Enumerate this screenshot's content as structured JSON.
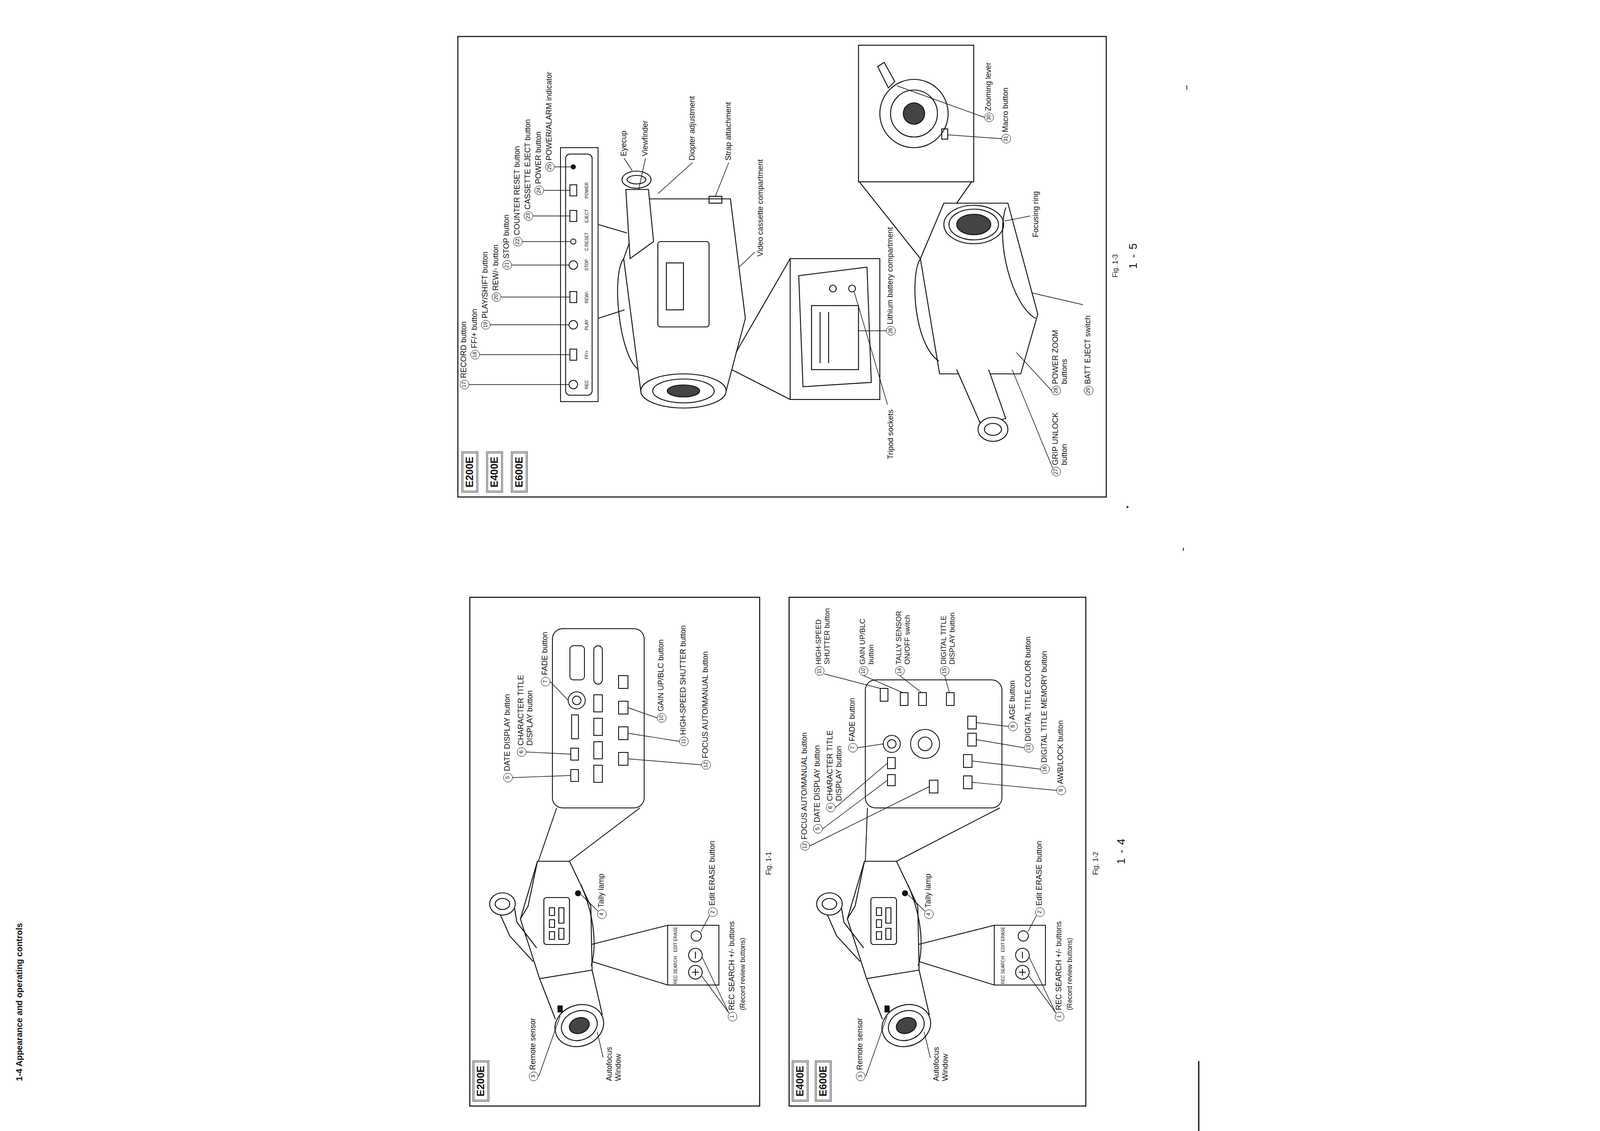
{
  "diagram": {
    "title": "1-4 Appearance and operating controls",
    "nodes": [
      {
        "text": [
          "E200E"
        ]
      },
      {
        "text": [
          "E400E"
        ]
      },
      {
        "text": [
          "E600E"
        ]
      },
      {
        "text": [
          "E200E"
        ]
      },
      {
        "text": [
          "E400E"
        ]
      },
      {
        "text": [
          "E600E"
        ]
      }
    ],
    "labels": [
      "3",
      "Remote sensor",
      "Autofocus Window",
      "4",
      "Tally lamp",
      "REC SEARCH",
      "EDIT ERASE",
      "2",
      "Edit ERASE button",
      "1",
      "REC SEARCH +/- buttons",
      "(Record review buttons)",
      "5",
      "DATE DISPLAY button",
      "6",
      "CHARACTER TITLE DISPLAY button",
      "7",
      "FADE button",
      "10",
      "GAIN UP/BLC button",
      "11",
      "HIGH-SPEED SHUTTER button",
      "12",
      "FOCUS AUTO/MANUAL button",
      "3",
      "Remote sensor",
      "Autofocus Window",
      "4",
      "Tally lamp",
      "REC SEARCH",
      "EDIT ERASE",
      "2",
      "Edit ERASE button",
      "1",
      "REC SEARCH +/- buttons",
      "(Record review buttons)",
      "12",
      "FOCUS AUTO/MANUAL button",
      "5",
      "DATE DISPLAY button",
      "6",
      "CHARACTER TITLE DISPLAY button",
      "7",
      "FADE button",
      "11",
      "HIGH-SPEED SHUTTER button",
      "10",
      "GAIN UP/BLC button",
      "14",
      "TALLY SENSOR ON/OFF switch",
      "15",
      "DIGITAL TITLE DISPLAY button",
      "8",
      "AGE button",
      "13",
      "DIGITAL TITLE COLOR button",
      "16",
      "DIGITAL TITLE MEMORY button",
      "9",
      "AWB/LOCK button",
      "17",
      "RECORD button",
      "18",
      "FF/+ button",
      "19",
      "PLAY/SHIFT button",
      "20",
      "REW/- button",
      "21",
      "STOP button",
      "22",
      "COUNTER RESET button",
      "23",
      "CASSETTE EJECT button",
      "24",
      "POWER button",
      "25",
      "POWER/ALARM indicator",
      "REC",
      "FF/+",
      "PLAY",
      "REW/-",
      "STOP",
      "C.RESET",
      "EJECT",
      "POWER",
      "Eyecup",
      "Viewfinder",
      "Diopter adjustment",
      "Strap attachment",
      "Video cassette compartment",
      "Tripod sockets",
      "26",
      "Lithium battery compartment",
      "27",
      "GRIP UNLOCK button",
      "28",
      "POWER ZOOM buttons",
      "29",
      "BATT EJECT switch",
      "Focusing ring",
      "30",
      "Zooming lever",
      "31",
      "Macro button",
      "Fig. 1-1",
      "Fig. 1-2",
      "1 - 4",
      "Fig. 1-3",
      "1 - 5"
    ]
  }
}
